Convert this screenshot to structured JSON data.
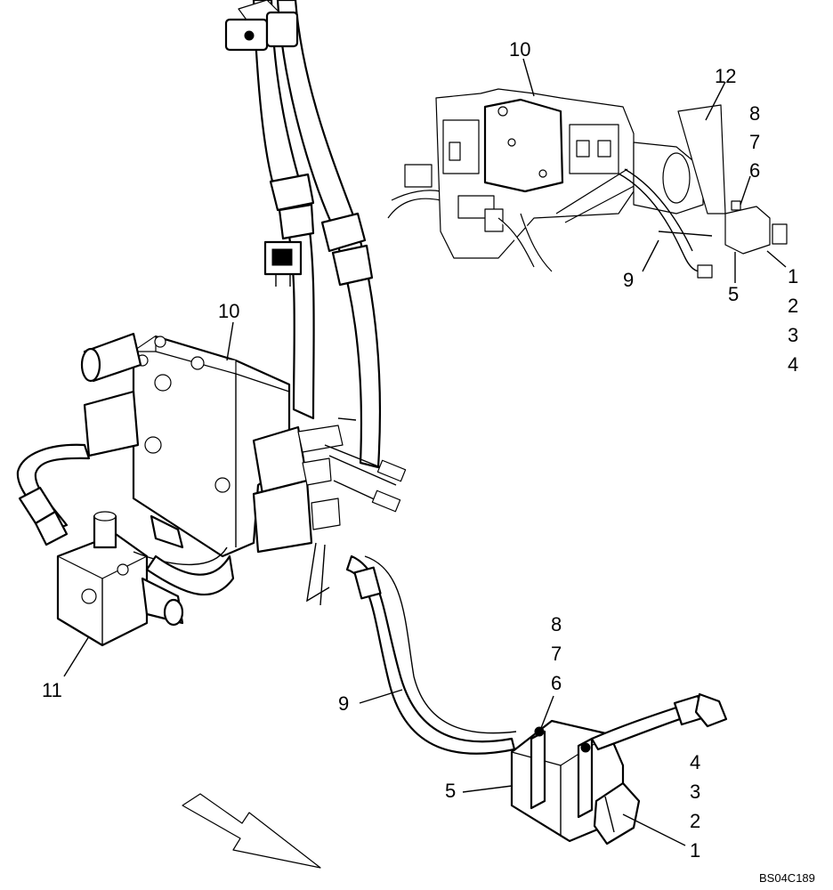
{
  "drawing_code": "BS04C189",
  "main_view": {
    "labels": [
      "10",
      "11",
      "9",
      "8",
      "7",
      "6",
      "5",
      "4",
      "3",
      "2",
      "1"
    ]
  },
  "inset_view": {
    "labels": [
      "10",
      "12",
      "8",
      "7",
      "6",
      "9",
      "1",
      "5",
      "2",
      "3",
      "4"
    ]
  }
}
